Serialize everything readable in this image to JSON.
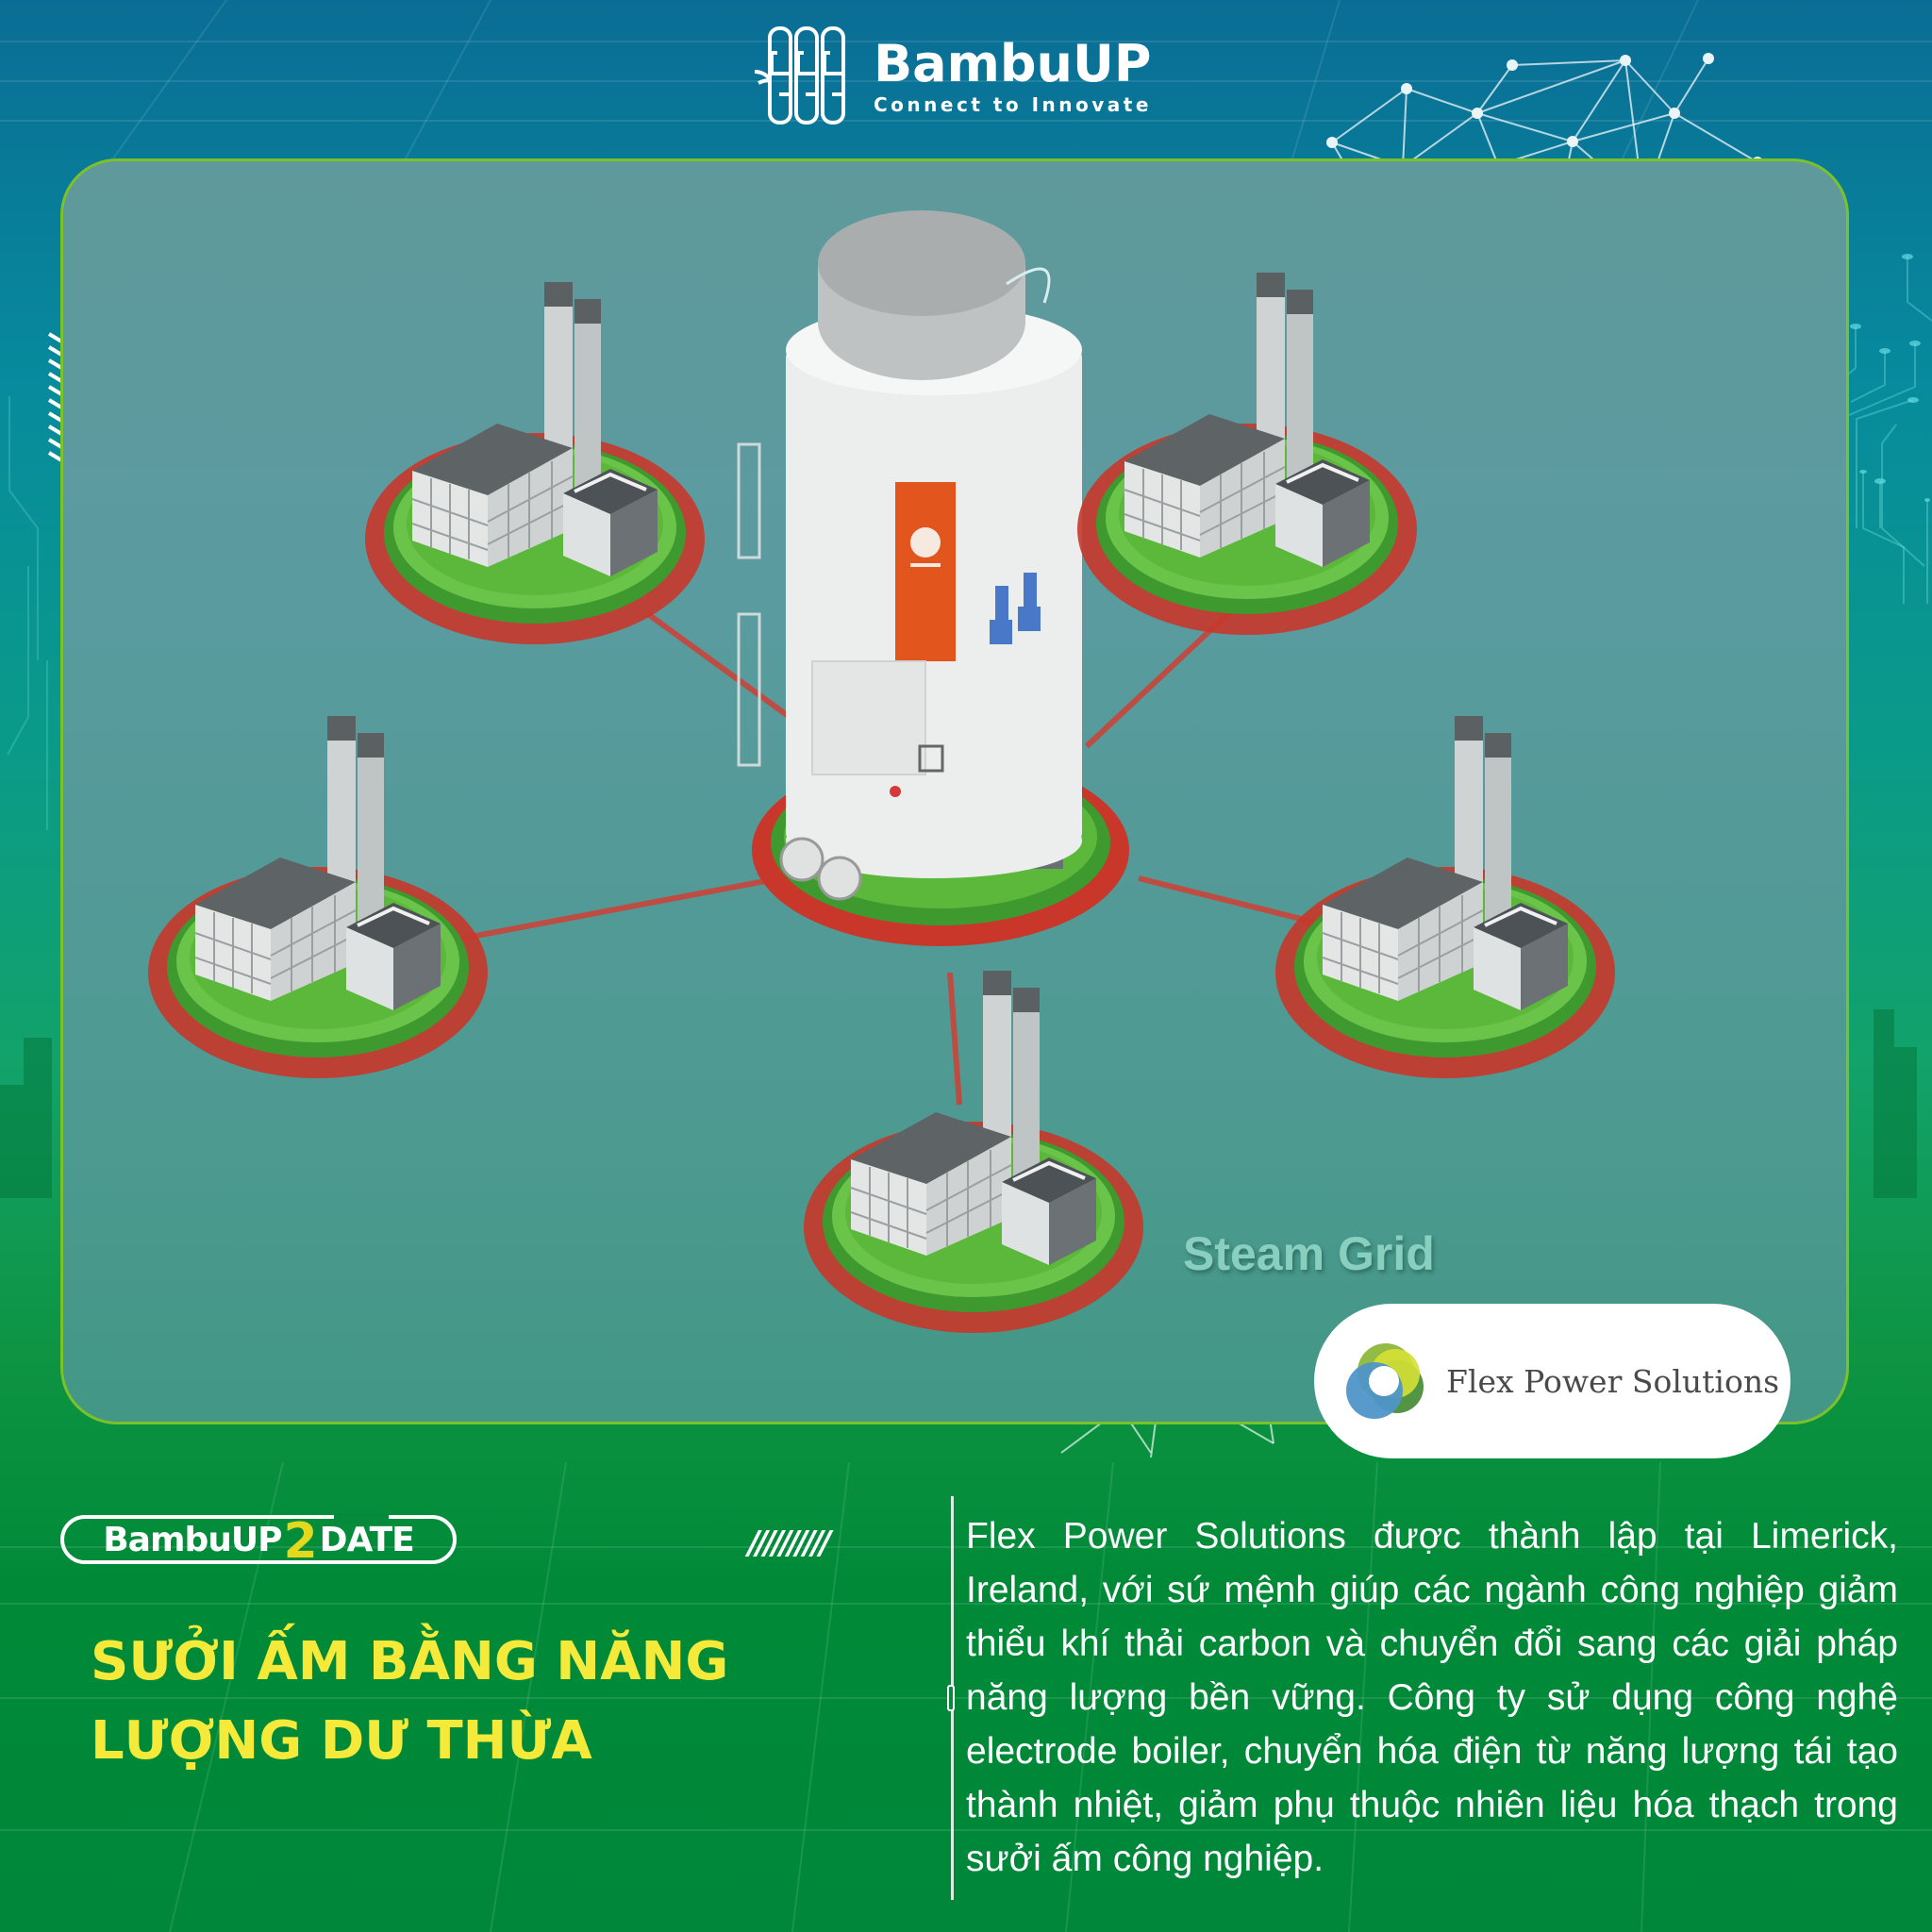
{
  "header": {
    "brand_name": "BambuUP",
    "brand_tagline": "Connect to Innovate",
    "logo_icon": "bamboo-logo-icon"
  },
  "illustration": {
    "label": "Steam Grid",
    "central_unit": "electrode-boiler",
    "connected_sites": 6,
    "colors": {
      "card_bg": "#5d9a9c",
      "card_border": "#7bc229",
      "ring_red": "#c8372a",
      "ring_green": "#5cb83a",
      "boiler_orange": "#e2561d"
    }
  },
  "partner": {
    "name": "Flex Power Solutions",
    "logo_icon": "flex-power-rings-icon"
  },
  "series_badge": {
    "left": "BambuUP",
    "middle": "2",
    "right": "DATE"
  },
  "decor": {
    "slashes": "//////////"
  },
  "headline": {
    "line1": "SƯỞI ẤM BẰNG NĂNG",
    "line2": "LƯỢNG DƯ THỪA",
    "color": "#f5ea3a"
  },
  "body": {
    "paragraph": "Flex Power Solutions được thành lập tại Limerick, Ireland, với sứ mệnh giúp các ngành công nghiệp giảm thiểu khí thải carbon và chuyển đổi sang các giải pháp năng lượng bền vững. Công ty sử dụng công nghệ electrode boiler, chuyển hóa điện từ năng lượng tái tạo thành nhiệt, giảm phụ thuộc nhiên liệu hóa thạch trong sưởi ấm công nghiệp."
  },
  "theme": {
    "bg_top": "#0a6d95",
    "bg_bottom": "#00873a",
    "text": "#ffffff"
  }
}
